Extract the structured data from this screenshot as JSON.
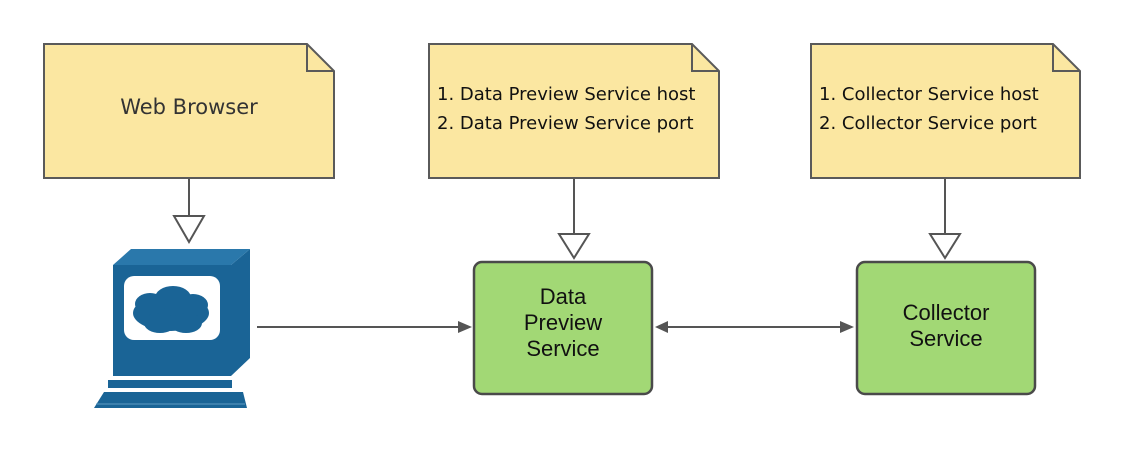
{
  "colors": {
    "note_fill": "#fbe7a1",
    "note_stroke": "#5a5a5a",
    "service_fill": "#a2d875",
    "service_stroke": "#4a4a4a",
    "computer_blue": "#1a6496",
    "line": "#555555"
  },
  "notes": {
    "browser": {
      "title": "Web Browser"
    },
    "data_preview": {
      "line1": "1. Data Preview Service host",
      "line2": "2. Data Preview Service port"
    },
    "collector": {
      "line1": "1. Collector Service host",
      "line2": "2. Collector Service port"
    }
  },
  "services": {
    "data_preview": {
      "line1": "Data",
      "line2": "Preview",
      "line3": "Service"
    },
    "collector": {
      "line1": "Collector",
      "line2": "Service"
    }
  },
  "icons": {
    "computer": "computer-cloud-icon"
  }
}
